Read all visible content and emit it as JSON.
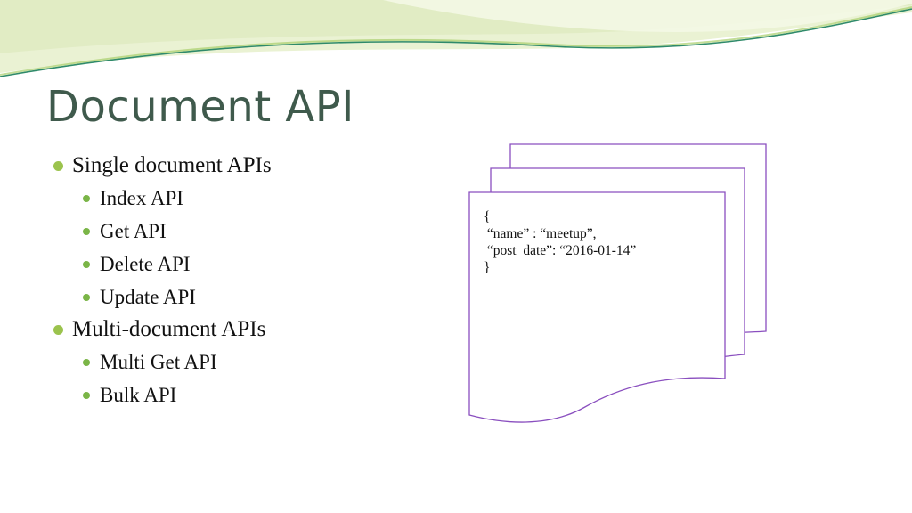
{
  "slide": {
    "title": "Document API",
    "bullets": [
      {
        "level": 1,
        "text": "Single document APIs"
      },
      {
        "level": 2,
        "text": "Index API"
      },
      {
        "level": 2,
        "text": "Get API"
      },
      {
        "level": 2,
        "text": "Delete API"
      },
      {
        "level": 2,
        "text": "Update API"
      },
      {
        "level": 1,
        "text": "Multi-document APIs"
      },
      {
        "level": 2,
        "text": "Multi Get API"
      },
      {
        "level": 2,
        "text": "Bulk API"
      }
    ],
    "document_json_lines": [
      "{",
      " “name” : “meetup”,",
      " “post_date”: “2016-01-14”",
      "}"
    ]
  },
  "colors": {
    "title": "#3f5a4c",
    "bullet_level1": "#9bc34d",
    "bullet_level2": "#7ab547",
    "document_outline": "#8a4fbf",
    "banner_light": "#e4eec9",
    "banner_line": "#2f8a6a"
  }
}
